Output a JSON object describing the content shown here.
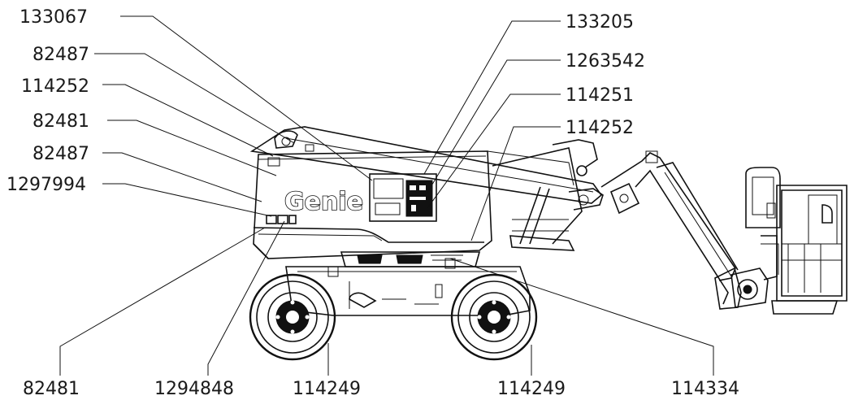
{
  "brand_logo": "Genie",
  "callouts": {
    "left": [
      "133067",
      "82487",
      "114252",
      "82481",
      "82487",
      "1297994"
    ],
    "right": [
      "133205",
      "1263542",
      "114251",
      "114252"
    ],
    "bottom": [
      "82481",
      "1294848",
      "114249",
      "114249",
      "114334"
    ]
  }
}
